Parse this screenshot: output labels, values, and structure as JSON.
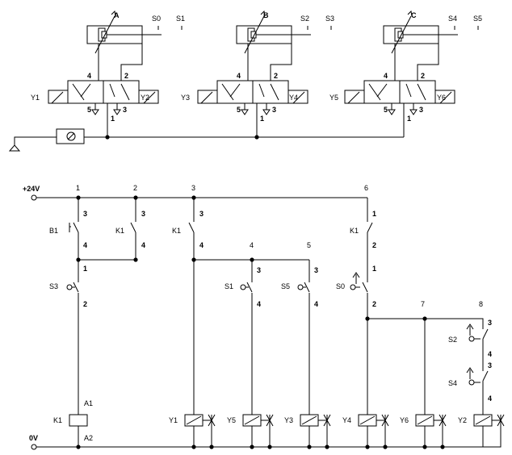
{
  "pneumatic": {
    "cylinders": [
      {
        "label": "A",
        "end_sensor": "S0",
        "home_sensor": "S1"
      },
      {
        "label": "B",
        "end_sensor": "S2",
        "home_sensor": "S3"
      },
      {
        "label": "C",
        "end_sensor": "S4",
        "home_sensor": "S5"
      }
    ],
    "valves": [
      {
        "left": "Y1",
        "right": "Y2"
      },
      {
        "left": "Y3",
        "right": "Y4"
      },
      {
        "left": "Y5",
        "right": "Y6"
      }
    ],
    "ports": {
      "p4": "4",
      "p2": "2",
      "p5": "5",
      "p3": "3",
      "p1": "1"
    }
  },
  "electrical": {
    "supply_pos": "+24V",
    "supply_neg": "0V",
    "paths": [
      "1",
      "2",
      "3",
      "6",
      "4",
      "5",
      "7",
      "8"
    ],
    "contacts": {
      "b1": "B1",
      "k1a": "K1",
      "k1b": "K1",
      "k1c": "K1",
      "s3": "S3",
      "s1": "S1",
      "s5": "S5",
      "s0": "S0",
      "s2": "S2",
      "s4": "S4"
    },
    "terminals": {
      "t1": "1",
      "t2": "2",
      "t3": "3",
      "t4": "4"
    },
    "relay": {
      "label": "K1",
      "a1": "A1",
      "a2": "A2"
    },
    "coils": [
      "Y1",
      "Y5",
      "Y3",
      "Y4",
      "Y6",
      "Y2"
    ]
  }
}
